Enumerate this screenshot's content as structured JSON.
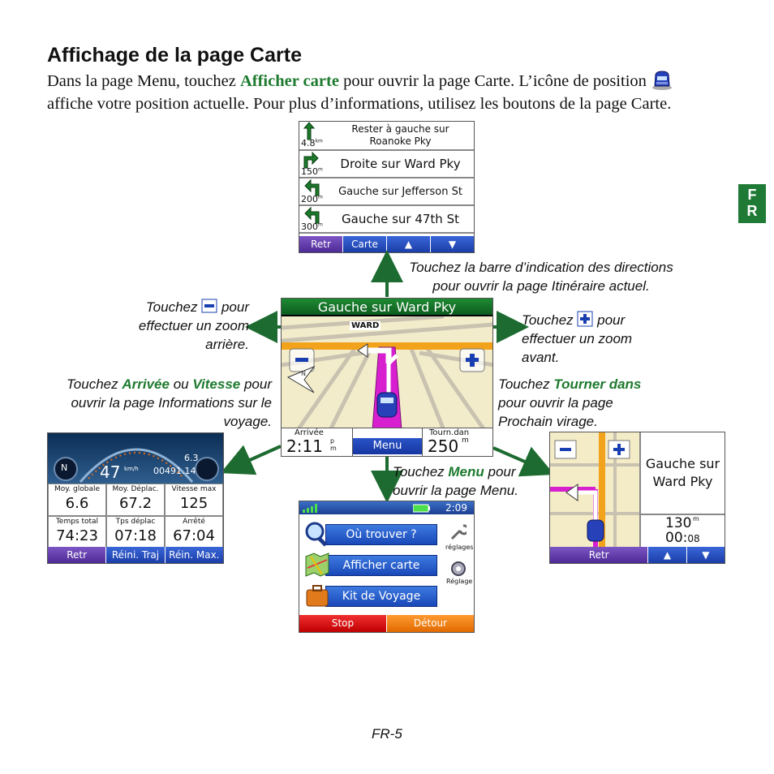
{
  "page": {
    "title": "Affichage de la page Carte",
    "intro_1": "Dans la page Menu, touchez ",
    "intro_link": "Afficher carte",
    "intro_2": " pour ouvrir la page Carte. L’icône de position ",
    "intro_3": " affiche votre position actuelle. Pour plus d’informations, utilisez les boutons de la page Carte.",
    "lang_tab_1": "F",
    "lang_tab_2": "R",
    "page_number": "FR-5"
  },
  "captions": {
    "top_1": "Touchez la barre d’indication des directions",
    "top_2": "pour ouvrir la page Itinéraire actuel.",
    "zoom_out_pre": "Touchez",
    "zoom_out_post": "pour",
    "zoom_out_2": "effectuer un zoom",
    "zoom_out_3": "arrière.",
    "zoom_in_pre": "Touchez",
    "zoom_in_post": "pour",
    "zoom_in_2": "effectuer un zoom",
    "zoom_in_3": "avant.",
    "trip_pre": "Touchez ",
    "trip_hl1": "Arrivée",
    "trip_mid": " ou ",
    "trip_hl2": "Vitesse",
    "trip_post": " pour",
    "trip_2": "ouvrir la page Informations sur le",
    "trip_3": "voyage.",
    "turn_pre": "Touchez ",
    "turn_hl": "Tourner dans",
    "turn_2": "pour ouvrir la page",
    "turn_3": "Prochain virage.",
    "menu_pre": "Touchez ",
    "menu_hl": "Menu",
    "menu_post": " pour",
    "menu_2": "ouvrir la page Menu."
  },
  "route_screen": {
    "rows": [
      {
        "text1": "Rester à gauche sur",
        "text2": "Roanoke Pky",
        "dist": "4.8",
        "unit": "km"
      },
      {
        "text1": "Droite sur Ward Pky",
        "dist": "150",
        "unit": "m"
      },
      {
        "text1": "Gauche sur Jefferson St",
        "dist": "200",
        "unit": "m"
      },
      {
        "text1": "Gauche sur 47th St",
        "dist": "300",
        "unit": "m"
      }
    ],
    "buttons": [
      "Retr",
      "Carte",
      "▲",
      "▼"
    ]
  },
  "map_screen": {
    "header": "Gauche sur Ward Pky",
    "street_label": "WARD",
    "arrival_label": "Arrivée",
    "arrival_value": "2:11",
    "arrival_suffix_top": "p",
    "arrival_suffix_bottom": "m",
    "menu_button": "Menu",
    "turn_label": "Tourn.dan",
    "turn_value": "250",
    "turn_unit": "m",
    "compass": "N"
  },
  "trip_screen": {
    "heading": "N",
    "speed": "47",
    "speed_unit": "km/h",
    "trip_odo": "6.3",
    "odometer": "00491.14",
    "cells": [
      {
        "label": "Moy. globale",
        "value": "6.6"
      },
      {
        "label": "Moy. Déplac.",
        "value": "67.2"
      },
      {
        "label": "Vitesse max",
        "value": "125"
      },
      {
        "label": "Temps total",
        "value": "74:23"
      },
      {
        "label": "Tps déplac",
        "value": "07:18"
      },
      {
        "label": "Arrêté",
        "value": "67:04"
      }
    ],
    "buttons": [
      "Retr",
      "Réini. Traj",
      "Réin. Max."
    ]
  },
  "menu_screen": {
    "time": "2:09",
    "items": [
      "Où trouver ?",
      "Afficher carte",
      "Kit de Voyage"
    ],
    "side_1": "réglages",
    "side_2": "Réglage",
    "stop": "Stop",
    "detour": "Détour"
  },
  "turn_screen": {
    "instruction_1": "Gauche sur",
    "instruction_2": "Ward Pky",
    "distance": "130",
    "distance_unit": "m",
    "time": "00:",
    "time_small": "08",
    "buttons": [
      "Retr",
      "▲",
      "▼"
    ]
  },
  "colors": {
    "green_accent": "#1d7a2e",
    "route_magenta": "#d81fd0",
    "road_orange": "#f2a31b"
  }
}
